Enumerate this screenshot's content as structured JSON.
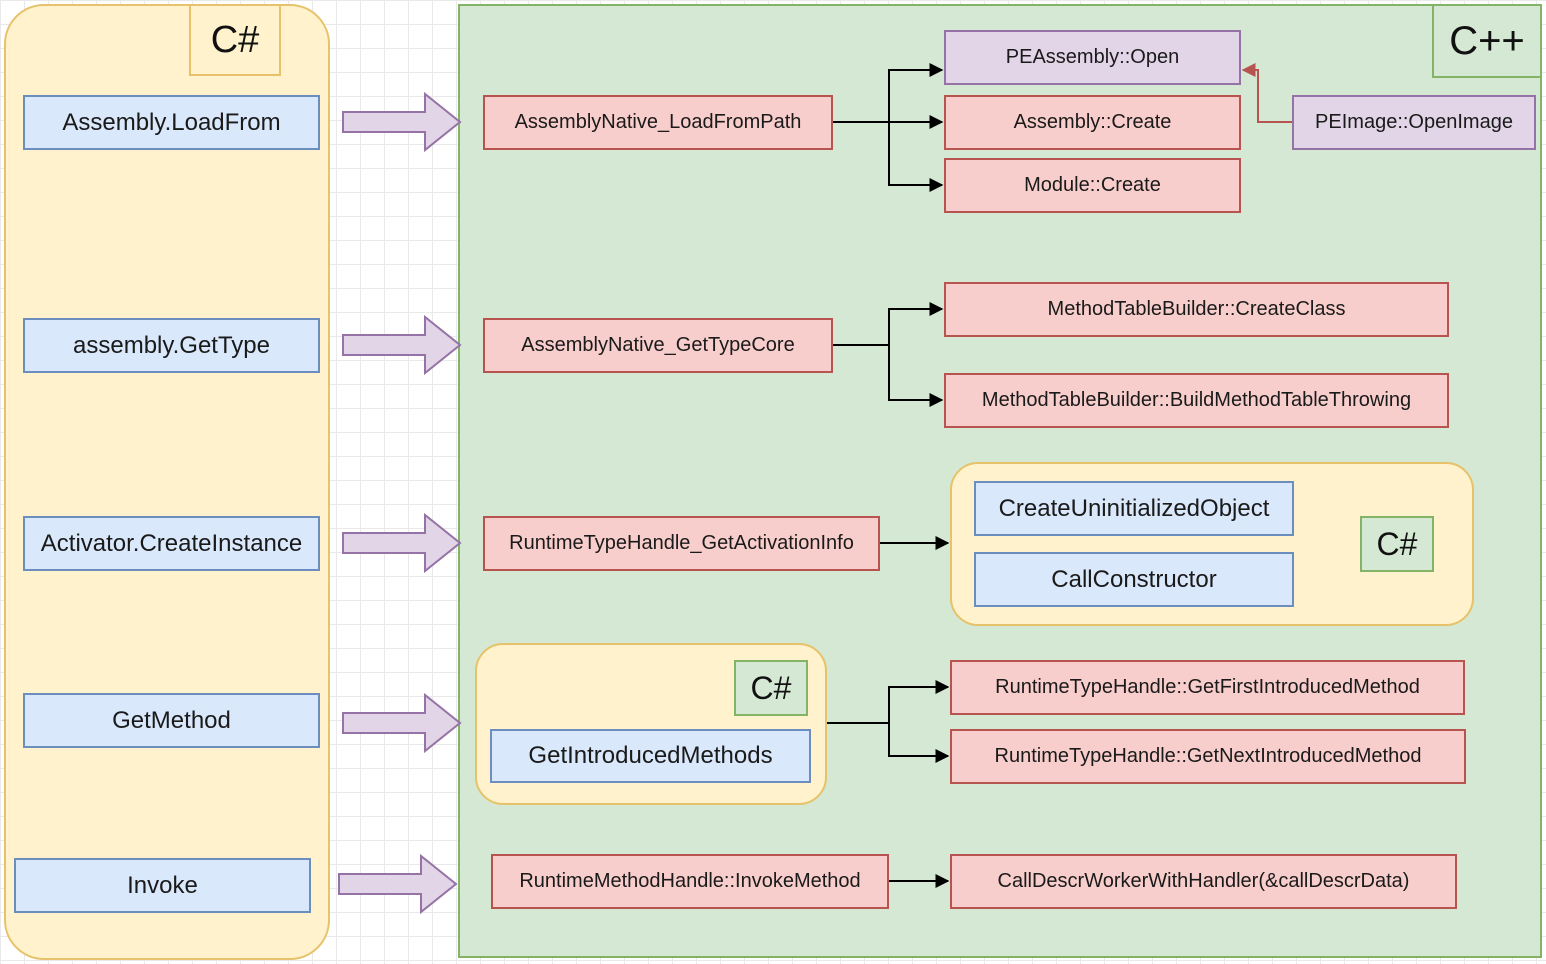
{
  "regions": {
    "csharp_tag": "C#",
    "cpp_tag": "C++",
    "activation_tag": "C#",
    "getmethod_tag": "C#"
  },
  "managed_calls": [
    "Assembly.LoadFrom",
    "assembly.GetType",
    "Activator.CreateInstance",
    "GetMethod",
    "Invoke"
  ],
  "native_entry": {
    "load_from_path": "AssemblyNative_LoadFromPath",
    "get_type_core": "AssemblyNative_GetTypeCore",
    "get_activation_info": "RuntimeTypeHandle_GetActivationInfo",
    "get_introduced_methods": "GetIntroducedMethods",
    "invoke_method": "RuntimeMethodHandle::InvokeMethod"
  },
  "native_calls": {
    "pe_assembly_open": "PEAssembly::Open",
    "assembly_create": "Assembly::Create",
    "module_create": "Module::Create",
    "pe_image_open": "PEImage::OpenImage",
    "create_class": "MethodTableBuilder::CreateClass",
    "build_method_table": "MethodTableBuilder::BuildMethodTableThrowing",
    "create_uninitialized": "CreateUninitializedObject",
    "call_constructor": "CallConstructor",
    "get_first_method": "RuntimeTypeHandle::GetFirstIntroducedMethod",
    "get_next_method": "RuntimeTypeHandle::GetNextIntroducedMethod",
    "call_descr_worker": "CallDescrWorkerWithHandler(&callDescrData)"
  },
  "colors": {
    "csharp_fill": "#fff2cc",
    "cpp_fill": "#d5e8d4",
    "managed_box": "#dae8fc",
    "native_box": "#f8cecc",
    "pe_box": "#e1d5e7",
    "arrow_fill": "#e1d5e7",
    "arrow_stroke": "#9673a6",
    "connector": "#000000",
    "pe_connector": "#b85450"
  }
}
